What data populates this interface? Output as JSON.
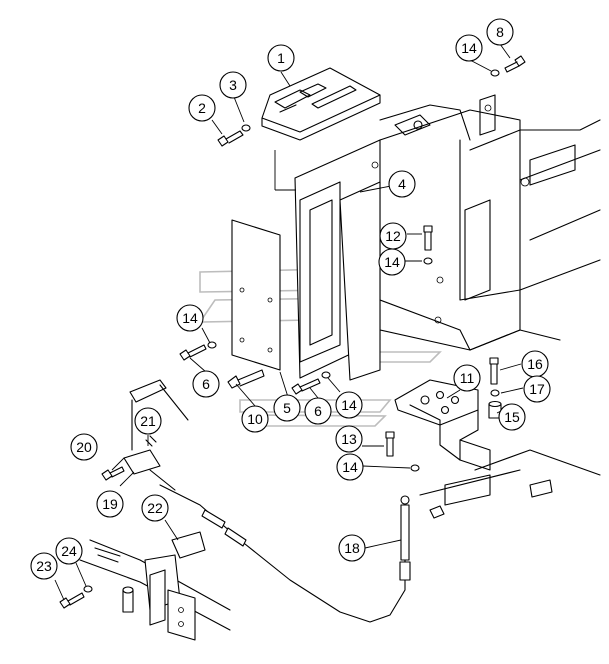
{
  "callouts": [
    {
      "id": "c1",
      "label": "1"
    },
    {
      "id": "c2",
      "label": "2"
    },
    {
      "id": "c3",
      "label": "3"
    },
    {
      "id": "c4",
      "label": "4"
    },
    {
      "id": "c5",
      "label": "5"
    },
    {
      "id": "c6a",
      "label": "6"
    },
    {
      "id": "c6b",
      "label": "6"
    },
    {
      "id": "c8",
      "label": "8"
    },
    {
      "id": "c10",
      "label": "10"
    },
    {
      "id": "c11",
      "label": "11"
    },
    {
      "id": "c12",
      "label": "12"
    },
    {
      "id": "c13",
      "label": "13"
    },
    {
      "id": "c14a",
      "label": "14"
    },
    {
      "id": "c14b",
      "label": "14"
    },
    {
      "id": "c14c",
      "label": "14"
    },
    {
      "id": "c14d",
      "label": "14"
    },
    {
      "id": "c14e",
      "label": "14"
    },
    {
      "id": "c15",
      "label": "15"
    },
    {
      "id": "c16",
      "label": "16"
    },
    {
      "id": "c17",
      "label": "17"
    },
    {
      "id": "c18",
      "label": "18"
    },
    {
      "id": "c19",
      "label": "19"
    },
    {
      "id": "c20",
      "label": "20"
    },
    {
      "id": "c21",
      "label": "21"
    },
    {
      "id": "c22",
      "label": "22"
    },
    {
      "id": "c23",
      "label": "23"
    },
    {
      "id": "c24",
      "label": "24"
    }
  ]
}
